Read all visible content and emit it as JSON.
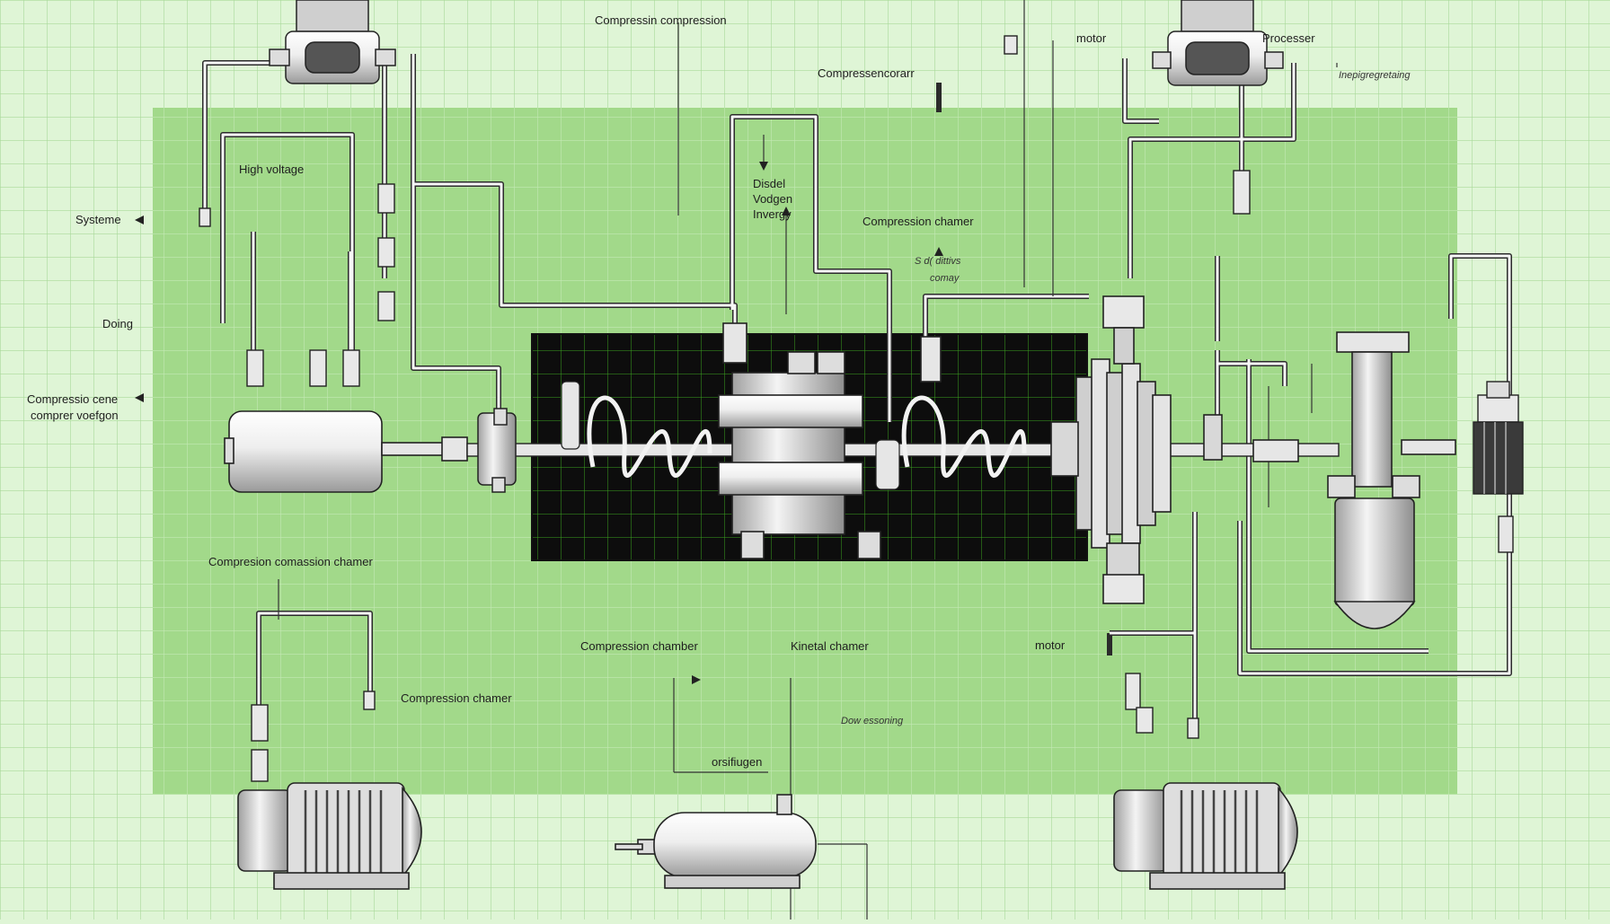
{
  "colors": {
    "sheet": "#dff5d6",
    "panel": "#a2d98a",
    "grid": "#9fd08c",
    "core": "#0d0d0d",
    "core_grid": "#3aa31e",
    "ink": "#1e1e1e",
    "metal": "#ededed"
  },
  "labels": {
    "top_center": "Compressin compression",
    "top_motor": "motor",
    "top_processor": "Processer",
    "top_right_small": "Inepigregretaing",
    "comp_center": "Compressencorarr",
    "high_voltage": "High voltage",
    "system": "Systeme",
    "diesel": "Disdel",
    "voltage": "Vodgen",
    "energy": "Invergy",
    "comp_chamber_top": "Compression chamer",
    "small_a": "S d( dittivs",
    "small_b": "comay",
    "doing": "Doing",
    "comp_left_1": "Compressio cene",
    "comp_left_2": "comprer voefgon",
    "comp_left_mid": "Compresion comassion chamer",
    "comp_chamber_bottom": "Compression chamber",
    "kinetic_chamber": "Kinetal chamer",
    "motor_small": "motor",
    "comp_chamber_lower": "Compression chamer",
    "dow_small": "Dow essoning",
    "outlet": "orsifiugen"
  }
}
